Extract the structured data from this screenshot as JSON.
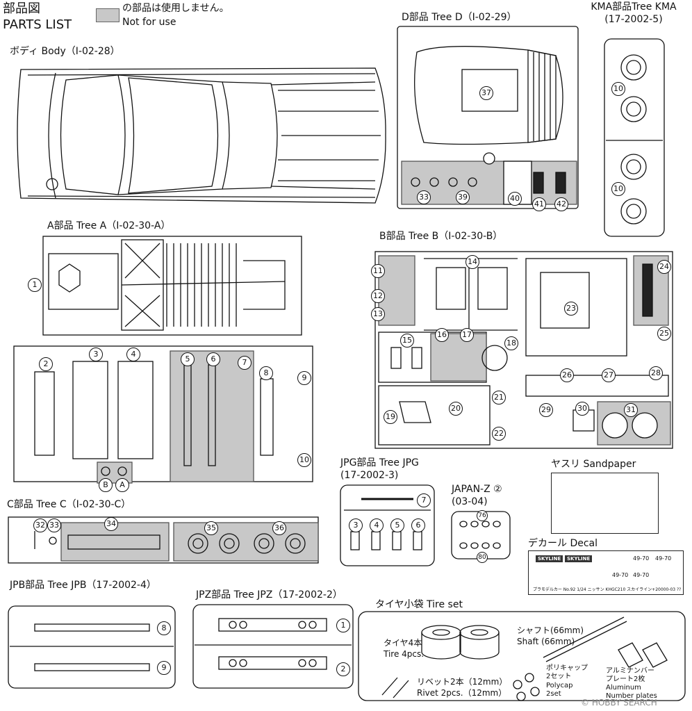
{
  "header": {
    "title_jp": "部品図",
    "title_en": "PARTS LIST",
    "legend_jp": "の部品は使用しません。",
    "legend_en": "Not for use"
  },
  "colors": {
    "line": "#111111",
    "not_for_use": "#c8c8c8"
  },
  "sections": {
    "body": {
      "label": "ボディ Body（I-02-28）"
    },
    "tree_d": {
      "label": "D部品 Tree D（I-02-29）",
      "parts": [
        "37",
        "33",
        "39",
        "40",
        "41",
        "42"
      ]
    },
    "tree_kma": {
      "label": "KMA部品Tree KMA",
      "code": "(17-2002-5)",
      "parts": [
        "10",
        "10"
      ]
    },
    "tree_a": {
      "label": "A部品 Tree A（I-02-30-A）",
      "parts": [
        "1",
        "2",
        "3",
        "4",
        "5",
        "6",
        "7",
        "8",
        "9",
        "10",
        "B",
        "A"
      ]
    },
    "tree_b": {
      "label": "B部品 Tree B（I-02-30-B）",
      "parts": [
        "11",
        "12",
        "13",
        "14",
        "15",
        "16",
        "17",
        "18",
        "19",
        "20",
        "21",
        "22",
        "23",
        "24",
        "25",
        "26",
        "27",
        "28",
        "29",
        "30",
        "31"
      ]
    },
    "tree_c": {
      "label": "C部品 Tree C（I-02-30-C）",
      "parts": [
        "32",
        "33",
        "34",
        "35",
        "36"
      ]
    },
    "tree_jpg": {
      "label": "JPG部品 Tree JPG",
      "code": "(17-2002-3)",
      "parts": [
        "7",
        "3",
        "4",
        "5",
        "6"
      ]
    },
    "japan_z": {
      "label": "JAPAN-Z ②",
      "code": "(03-04)",
      "parts": [
        "76",
        "80"
      ]
    },
    "sandpaper": {
      "label": "ヤスリ Sandpaper"
    },
    "decal": {
      "label": "デカール Decal",
      "brand": "SKYLINE",
      "tire_code": "49-70",
      "footer": "プラモデルカー No.92   1/24 ニッサン KHGC210 スカイライン+20000-03 ??"
    },
    "tree_jpb": {
      "label": "JPB部品 Tree JPB（17-2002-4）",
      "parts": [
        "8",
        "9"
      ]
    },
    "tree_jpz": {
      "label": "JPZ部品 Tree JPZ（17-2002-2）",
      "parts": [
        "1",
        "2"
      ]
    },
    "tire_set": {
      "label": "タイヤ小袋 Tire set",
      "tire_jp": "タイヤ4本",
      "tire_en": "Tire 4pcs.",
      "shaft_jp": "シャフト(66mm)",
      "shaft_en": "Shaft (66mm)",
      "rivet_jp": "リベット2本（12mm）",
      "rivet_en": "Rivet 2pcs.（12mm）",
      "poly_jp": "ポリキャップ",
      "poly_jp2": "2セット",
      "poly_en": "Polycap",
      "poly_en2": "2set",
      "plate_jp": "アルミナンバー",
      "plate_jp2": "プレート2枚",
      "plate_en": "Aluminum",
      "plate_en2": "Number plates"
    }
  },
  "watermark": "© HOBBY SEARCH"
}
